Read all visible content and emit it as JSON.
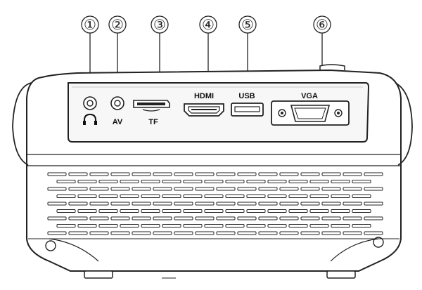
{
  "callouts": [
    {
      "number": "①",
      "port": "headphone"
    },
    {
      "number": "②",
      "port": "av"
    },
    {
      "number": "③",
      "port": "tf"
    },
    {
      "number": "④",
      "port": "hdmi"
    },
    {
      "number": "⑤",
      "port": "usb"
    },
    {
      "number": "⑥",
      "port": "vga"
    }
  ],
  "port_labels": {
    "headphone_icon": "headphone-icon",
    "av": "AV",
    "tf": "TF",
    "hdmi": "HDMI",
    "usb": "USB",
    "vga": "VGA"
  },
  "colors": {
    "outline": "#222222",
    "body_fill": "#ffffff",
    "panel_fill": "#f7f7f7"
  }
}
